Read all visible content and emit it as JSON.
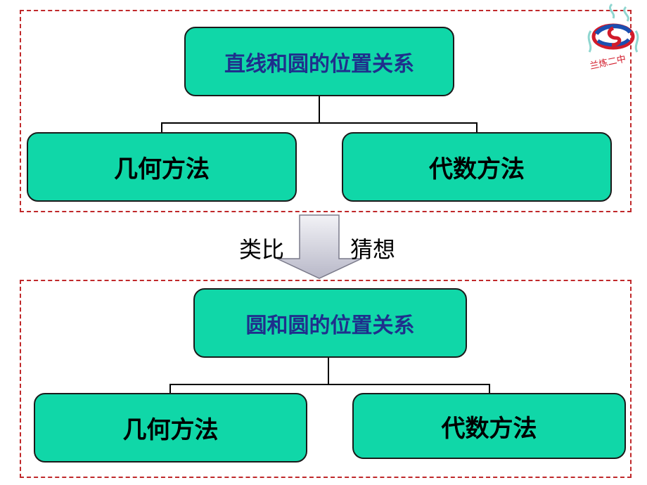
{
  "top_section": {
    "root": "直线和圆的位置关系",
    "left": "几何方法",
    "right": "代数方法"
  },
  "transition": {
    "left_label": "类比",
    "right_label": "猜想"
  },
  "bottom_section": {
    "root": "圆和圆的位置关系",
    "left": "几何方法",
    "right": "代数方法"
  },
  "logo": {
    "text": "兰炼二中",
    "colors": {
      "red": "#d21b2a",
      "blue": "#1b4fb0",
      "teal": "#8fd6d0"
    }
  },
  "colors": {
    "node_fill": "#10d7a8",
    "frame": "#c0282a",
    "title_text": "#1f2f8c"
  }
}
